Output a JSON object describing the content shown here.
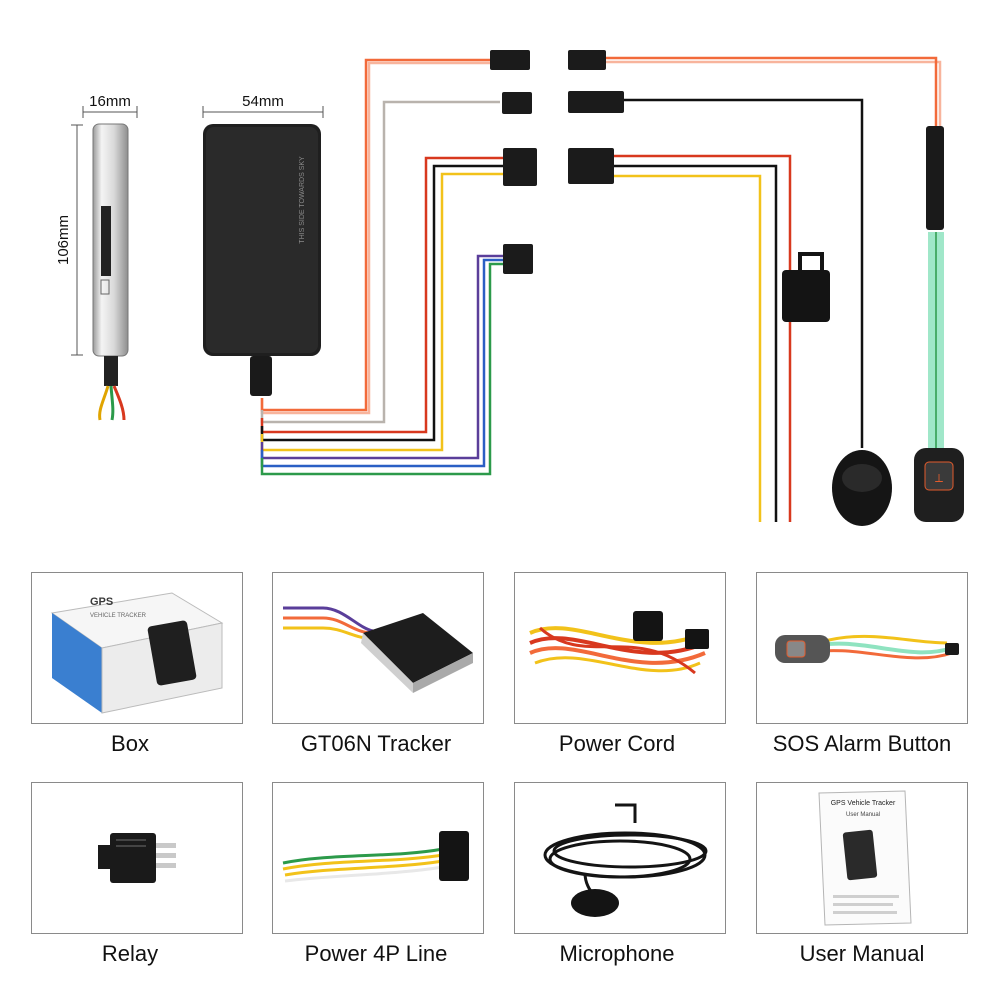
{
  "dimensions": {
    "width_label": "16mm",
    "length_label": "54mm",
    "height_label": "106mm"
  },
  "device_print": "THIS SIDE TOWARDS SKY",
  "wire_colors": {
    "orange": "#f26a3a",
    "gray": "#b9b3ad",
    "red": "#d8381e",
    "black": "#111111",
    "yellow": "#f2c21a",
    "purple": "#5a3e9a",
    "blue": "#2a5fc4",
    "green": "#2c9a4a",
    "mint": "#8fe3c0"
  },
  "items": [
    {
      "caption": "Box",
      "icon": "box-icon",
      "print": "GPS",
      "print_sub": "VEHICLE TRACKER"
    },
    {
      "caption": "GT06N Tracker",
      "icon": "tracker-icon"
    },
    {
      "caption": "Power Cord",
      "icon": "power-cord-icon"
    },
    {
      "caption": "SOS Alarm Button",
      "icon": "sos-button-icon"
    },
    {
      "caption": "Relay",
      "icon": "relay-icon"
    },
    {
      "caption": "Power 4P Line",
      "icon": "power-4p-line-icon"
    },
    {
      "caption": "Microphone",
      "icon": "microphone-icon"
    },
    {
      "caption": "User Manual",
      "icon": "user-manual-icon",
      "print": "GPS Vehicle Tracker",
      "print_sub": "User Manual"
    }
  ]
}
